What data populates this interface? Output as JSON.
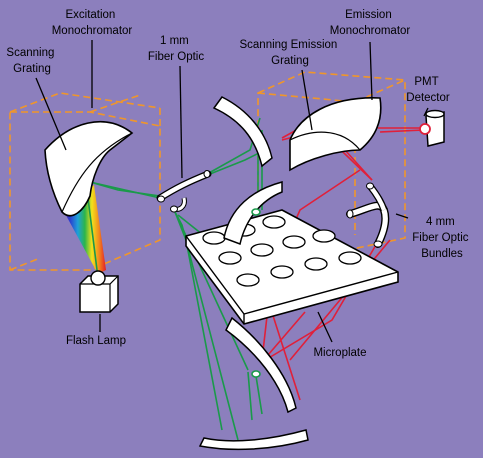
{
  "labels": {
    "excitation_mono": [
      "Excitation",
      "Monochromator"
    ],
    "scanning_grating": [
      "Scanning",
      "Grating"
    ],
    "fiber_1mm": [
      "1 mm",
      "Fiber Optic"
    ],
    "scanning_emission_grating": [
      "Scanning Emission",
      "Grating"
    ],
    "emission_mono": [
      "Emission",
      "Monochromator"
    ],
    "pmt_detector": [
      "PMT",
      "Detector"
    ],
    "fiber_4mm": [
      "4 mm",
      "Fiber Optic",
      "Bundles"
    ],
    "flash_lamp": "Flash Lamp",
    "microplate": "Microplate"
  },
  "colors": {
    "background": "#8c7fbd",
    "monochromator_box": "#f0962a",
    "excitation_beam": "#1a9a4a",
    "emission_beam": "#e0203a",
    "component_fill": "#ffffff",
    "outline": "#000000"
  },
  "icons": {
    "flash_lamp": "lamp-cube-icon",
    "pmt": "pmt-cylinder-icon",
    "spectrum": "rainbow-fan"
  }
}
